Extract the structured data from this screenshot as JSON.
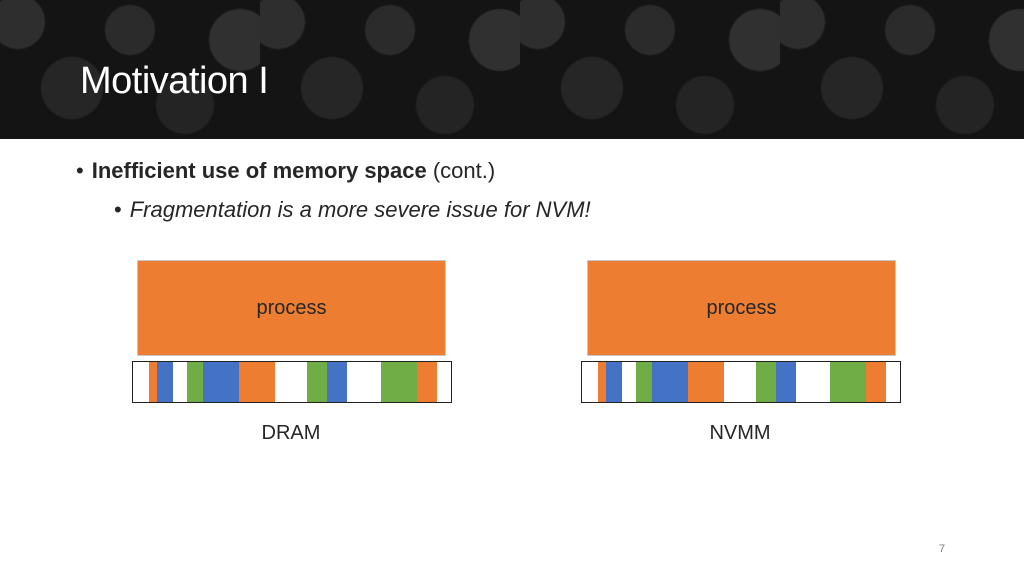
{
  "slide": {
    "title": "Motivation I",
    "page_number": "7"
  },
  "bullets": {
    "level1_bullet": "•",
    "level1_bold": "Inefficient use of memory space",
    "level1_rest": " (cont.)",
    "level2_bullet": "•",
    "level2_text": "Fragmentation is a more severe issue for NVM!"
  },
  "diagrams": [
    {
      "process_label": "process",
      "caption": "DRAM"
    },
    {
      "process_label": "process",
      "caption": "NVMM"
    }
  ],
  "memory_strip": {
    "colors": {
      "orange": "#ED7D31",
      "blue": "#4472C4",
      "green": "#70AD47",
      "white": "#FFFFFF"
    },
    "segments": [
      {
        "c": "white",
        "w": 16
      },
      {
        "c": "orange",
        "w": 8
      },
      {
        "c": "blue",
        "w": 16
      },
      {
        "c": "white",
        "w": 14
      },
      {
        "c": "green",
        "w": 16
      },
      {
        "c": "blue",
        "w": 36
      },
      {
        "c": "orange",
        "w": 36
      },
      {
        "c": "white",
        "w": 32
      },
      {
        "c": "green",
        "w": 20
      },
      {
        "c": "blue",
        "w": 20
      },
      {
        "c": "white",
        "w": 34
      },
      {
        "c": "green",
        "w": 36
      },
      {
        "c": "orange",
        "w": 20
      },
      {
        "c": "white",
        "w": 14
      }
    ]
  }
}
